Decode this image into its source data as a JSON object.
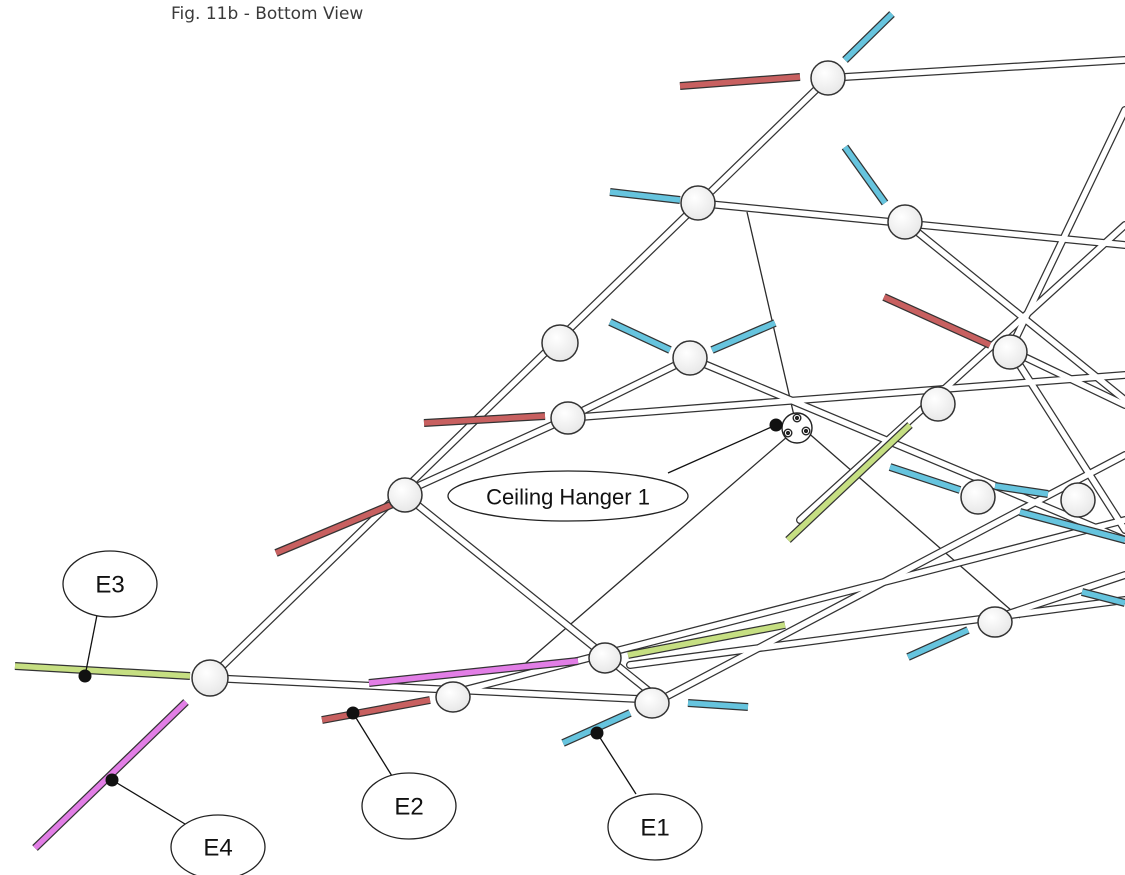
{
  "figure": {
    "title": "Fig. 11b - Bottom View"
  },
  "callouts": {
    "ceiling_hanger": "Ceiling Hanger 1",
    "e1": "E1",
    "e2": "E2",
    "e3": "E3",
    "e4": "E4"
  },
  "colors": {
    "rod_red": "#c86060",
    "rod_blue": "#66c4de",
    "rod_green": "#c6df82",
    "rod_pink": "#e27ee6",
    "frame_stroke": "#333333",
    "frame_fill": "#ffffff"
  }
}
